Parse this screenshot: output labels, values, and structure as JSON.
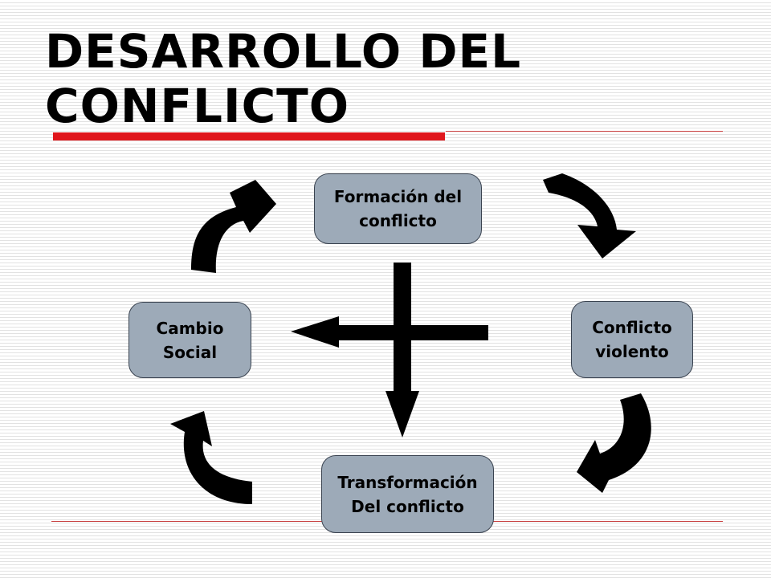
{
  "title": "DESARROLLO DEL CONFLICTO",
  "nodes": {
    "formation": "Formación del\nconflicto",
    "violent": "Conflicto\nviolento",
    "transformation": "Transformación\nDel conflicto",
    "social": "Cambio\nSocial"
  },
  "colors": {
    "title": "#000000",
    "accent_rule": "#e0161c",
    "node_fill": "#9daab8",
    "arrow": "#000000"
  }
}
